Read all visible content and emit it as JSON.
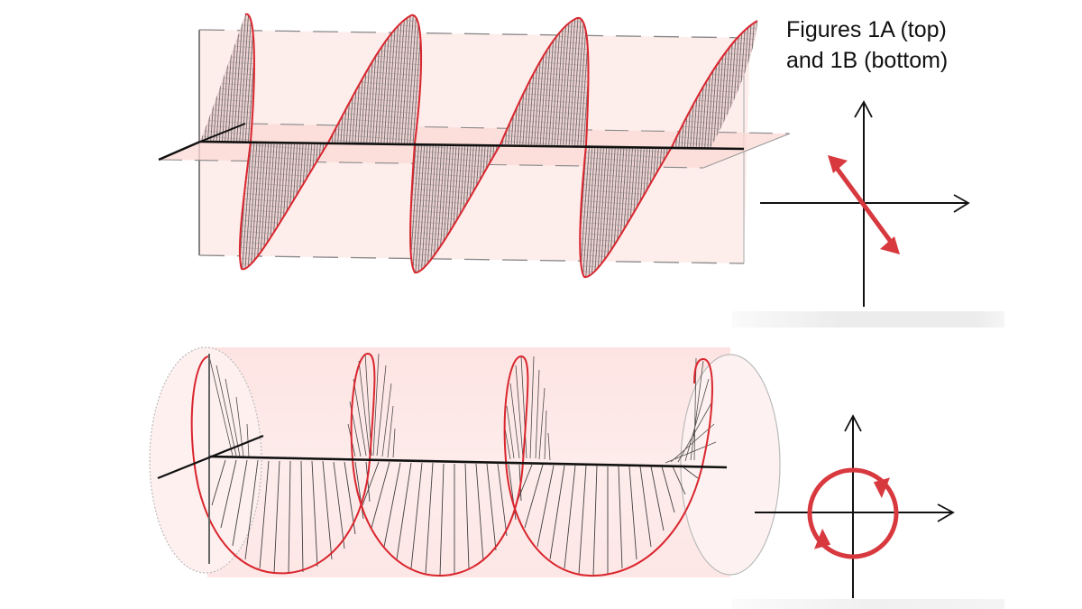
{
  "caption": {
    "line1": "Figures 1A (top)",
    "line2": "and 1B (bottom)"
  },
  "figures": [
    {
      "id": "1A",
      "position": "top",
      "type": "linearly-polarized-wave",
      "description": "Sinusoidal wave oscillating in a tilted plane with hatched fill, shown against vertical and horizontal reference planes",
      "inset_icon": "diagonal-double-arrow-icon",
      "inset_description": "Axes with a red diagonal double-headed arrow indicating linear polarization"
    },
    {
      "id": "1B",
      "position": "bottom",
      "type": "circularly-polarized-wave",
      "description": "Helical wave tracing a cylinder around the propagation axis, with radial field vectors",
      "inset_icon": "circular-arrows-icon",
      "inset_description": "Axes with a red circle and two arrowheads indicating circular polarization"
    }
  ],
  "colors": {
    "wave_red": "#d9262e",
    "arrow_red": "#d8393f",
    "plane_pink": "#fde8e6",
    "axis_black": "#111111",
    "hatch_gray": "#555555"
  }
}
